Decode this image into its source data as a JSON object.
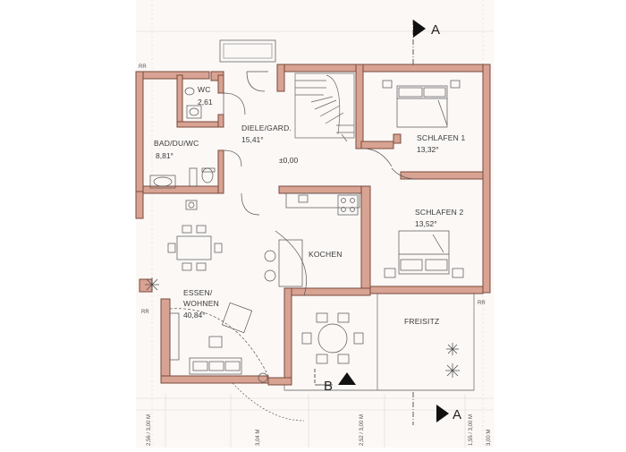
{
  "rooms": {
    "wc": {
      "name": "WC",
      "area": "2,61"
    },
    "diele": {
      "name": "DIELE/GARD.",
      "area": "15,41°"
    },
    "bad": {
      "name": "BAD/DU/WC",
      "area": "8,81°"
    },
    "schlafen1": {
      "name": "SCHLAFEN 1",
      "area": "13,32°"
    },
    "schlafen2": {
      "name": "SCHLAFEN 2",
      "area": "13,52°"
    },
    "kochen": {
      "name": "KOCHEN"
    },
    "essen": {
      "name_line1": "ESSEN/",
      "name_line2": "WOHNEN",
      "area": "40,84°"
    },
    "freisitz": {
      "name": "FREISITZ"
    }
  },
  "level": "±0,00",
  "section_markers": {
    "a_top": "A",
    "a_bottom": "A",
    "b": "B"
  },
  "rr_labels": [
    "RR",
    "RR",
    "RR"
  ],
  "dimensions": [
    "2,56 / 3,00 M",
    "3,04 M",
    "2,52 / 3,00 M",
    "1,55 / 3,00 M",
    "3,00 M"
  ],
  "colors": {
    "wall_fill": "#d8a392",
    "wall_stroke": "#7a4a3c",
    "paper": "#fbf8f6",
    "grid": "#d9cfcb",
    "line": "#555555"
  }
}
